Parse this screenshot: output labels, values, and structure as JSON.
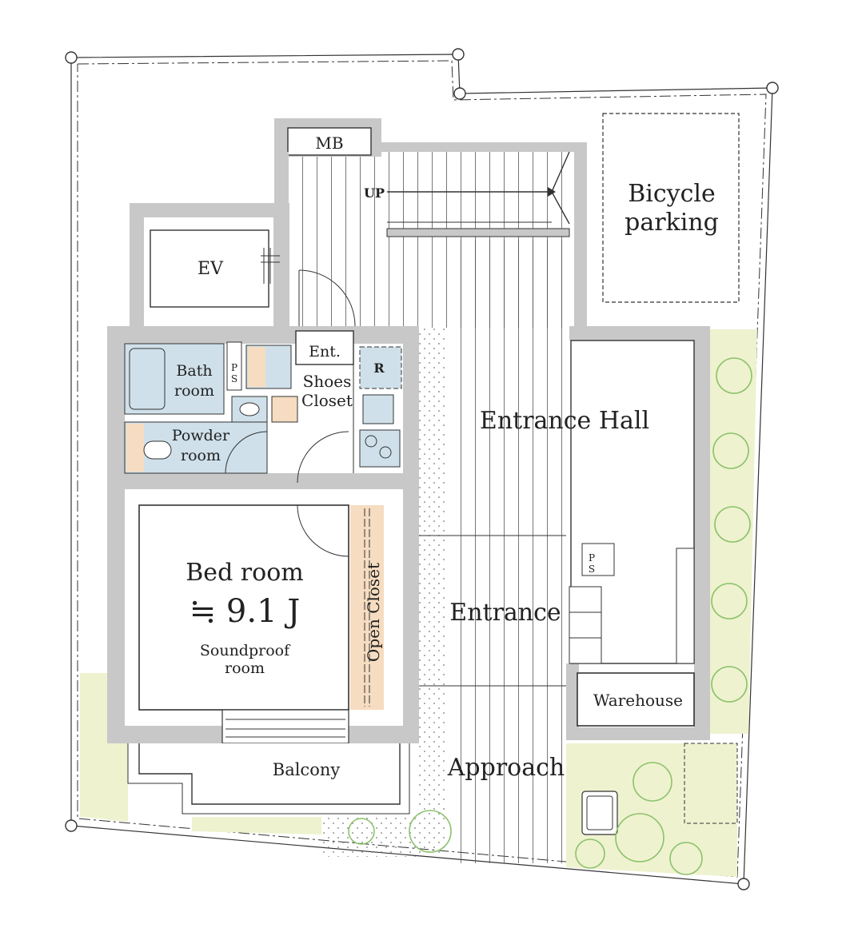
{
  "labels": {
    "mb": "MB",
    "up": "UP",
    "ev": "EV",
    "bicycle_line1": "Bicycle",
    "bicycle_line2": "parking",
    "ent": "Ent.",
    "r": "R",
    "ps_upper": "PS",
    "ps_lower": "PS",
    "bath_line1": "Bath",
    "bath_line2": "room",
    "shoes_line1": "Shoes",
    "shoes_line2": "Closet",
    "powder_line1": "Powder",
    "powder_line2": "room",
    "entrance_hall": "Entrance Hall",
    "bedroom": "Bed room",
    "bedroom_size": "≒ 9.1 J",
    "soundproof_line1": "Soundproof",
    "soundproof_line2": "room",
    "open_closet": "Open Closet",
    "entrance": "Entrance",
    "warehouse": "Warehouse",
    "balcony": "Balcony",
    "approach": "Approach"
  },
  "colors": {
    "wall": "#c8c8c8",
    "garden": "#eef2cf",
    "wet_area": "#cfe0ea",
    "wood_fixture": "#f6dcc0",
    "tree": "#8cc26b"
  }
}
